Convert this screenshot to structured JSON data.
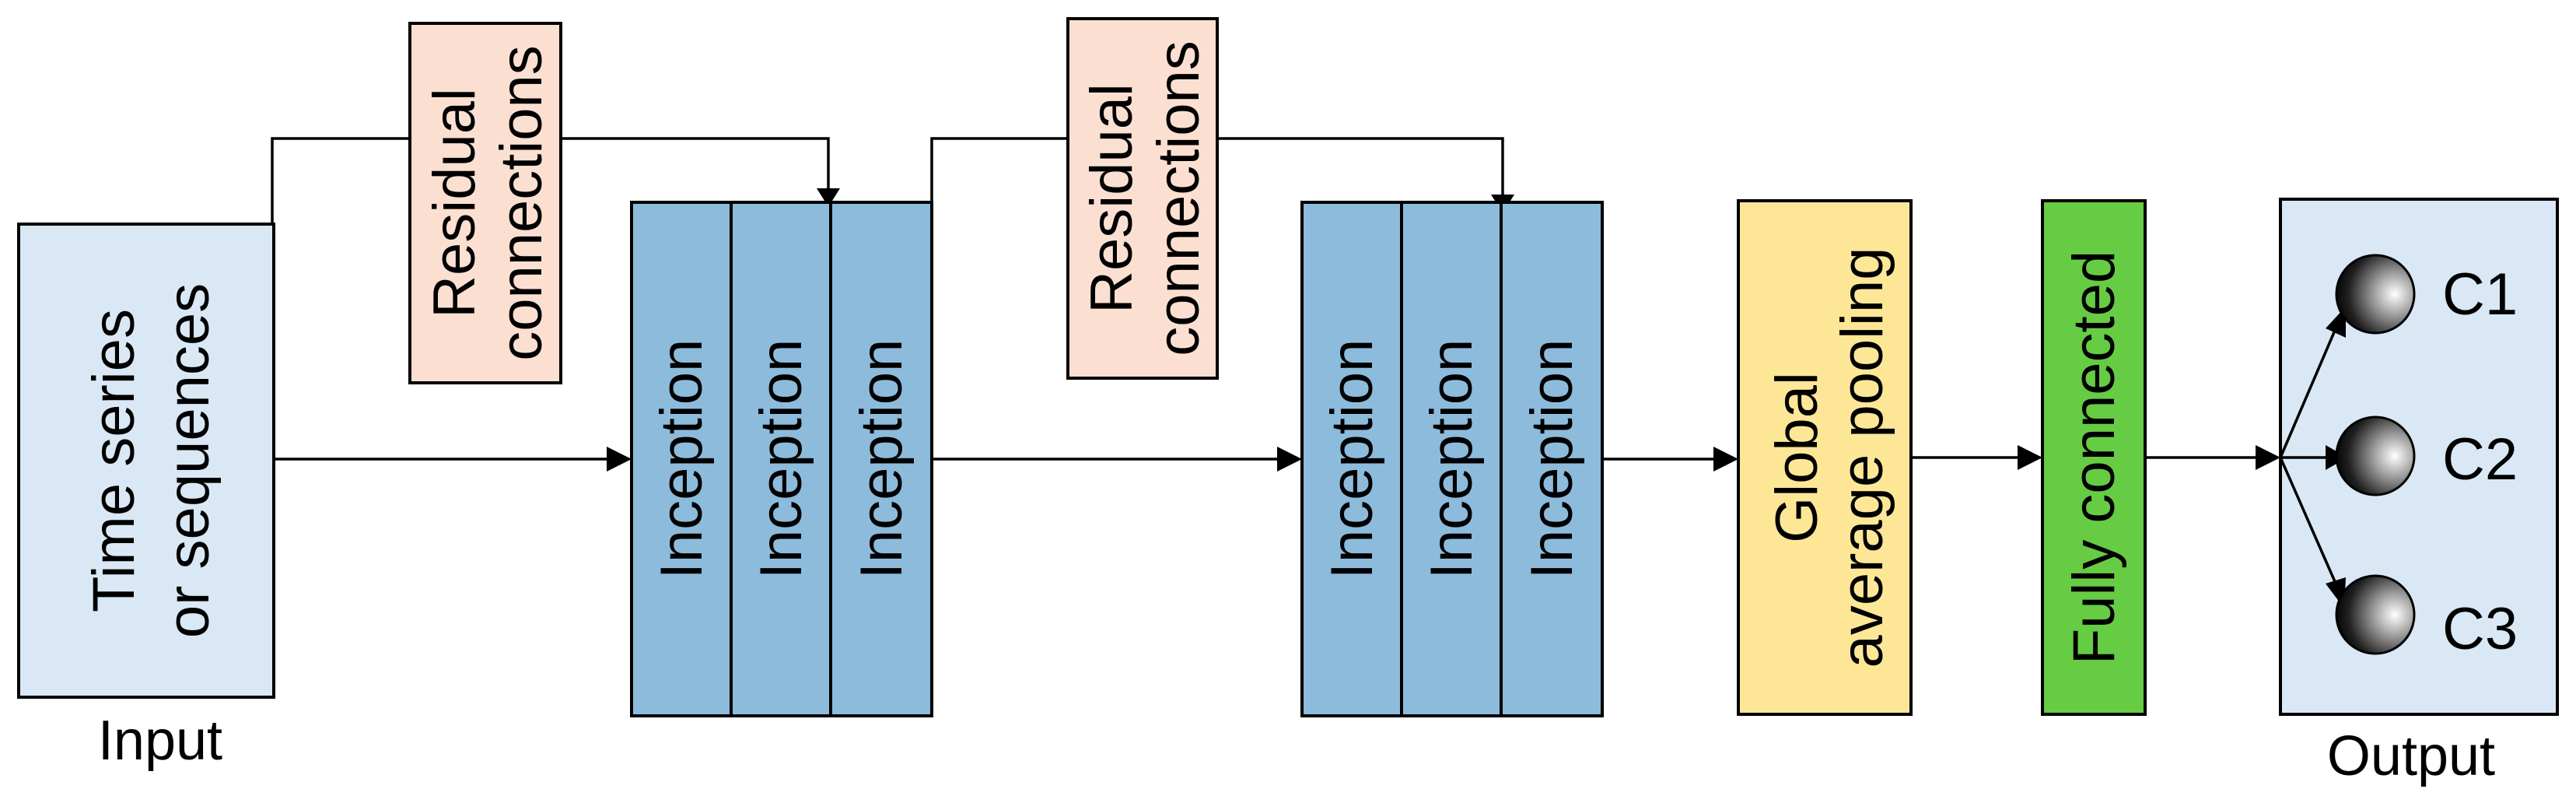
{
  "colors": {
    "input_fill": "#dae8f5",
    "residual_fill": "#fbe0d2",
    "inception_fill": "#8dbbdc",
    "pooling_fill": "#fde797",
    "fc_fill": "#66cc44",
    "output_fill": "#dae8f5"
  },
  "input": {
    "line1": "Time series",
    "line2": "or sequences",
    "caption": "Input"
  },
  "residual_1": {
    "line1": "Residual",
    "line2": "connections"
  },
  "residual_2": {
    "line1": "Residual",
    "line2": "connections"
  },
  "block_1": {
    "modules": [
      "Inception",
      "Inception",
      "Inception"
    ]
  },
  "block_2": {
    "modules": [
      "Inception",
      "Inception",
      "Inception"
    ]
  },
  "pooling": {
    "line1": "Global",
    "line2": "average pooling"
  },
  "fully_connected": {
    "label": "Fully connected"
  },
  "output": {
    "classes": [
      "C1",
      "C2",
      "C3"
    ],
    "caption": "Output"
  }
}
